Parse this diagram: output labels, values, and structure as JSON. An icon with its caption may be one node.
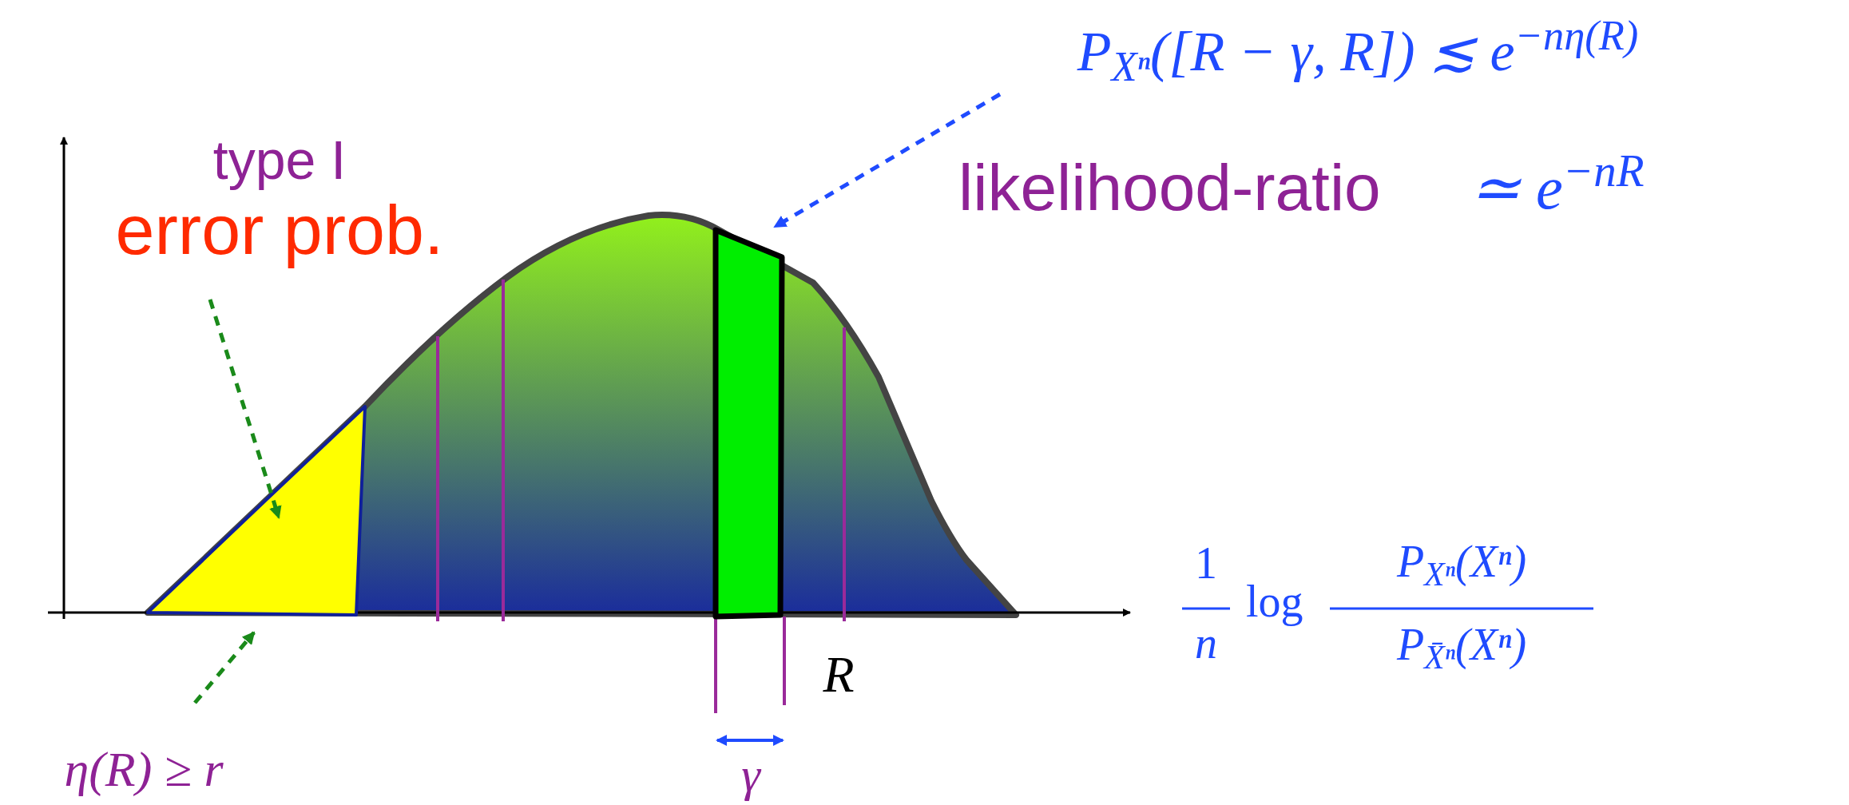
{
  "diagram": {
    "nodes": [
      {
        "text": [
          "type I",
          "error prob."
        ]
      },
      {
        "text": [],
        "shape": "polygon"
      },
      {
        "text": [
          "η(R) ≥ r"
        ]
      },
      {
        "text": [],
        "shape": "bar"
      },
      {
        "text": [
          "P$_{Xⁿ}$([R − γ, R]) ≲ e$^{−nη(R)}$"
        ]
      }
    ],
    "edges": [
      {
        "from": 0,
        "to": 1,
        "arrow": "to",
        "style": "dashed",
        "color": "#1a8a1a"
      },
      {
        "from": 2,
        "to": 1,
        "arrow": "to",
        "style": "dashed",
        "color": "#1a8a1a"
      },
      {
        "from": 4,
        "to": 3,
        "arrow": "to",
        "style": "dashed",
        "color": "#1f4bff"
      }
    ],
    "labels": [
      "likelihood-ratio",
      "≃ e$^{−nR}$",
      "1",
      "n",
      "log",
      "P$_{Xⁿ}$(Xⁿ)",
      "P$_{X̄ⁿ}$(Xⁿ)",
      "R",
      "γ"
    ]
  }
}
